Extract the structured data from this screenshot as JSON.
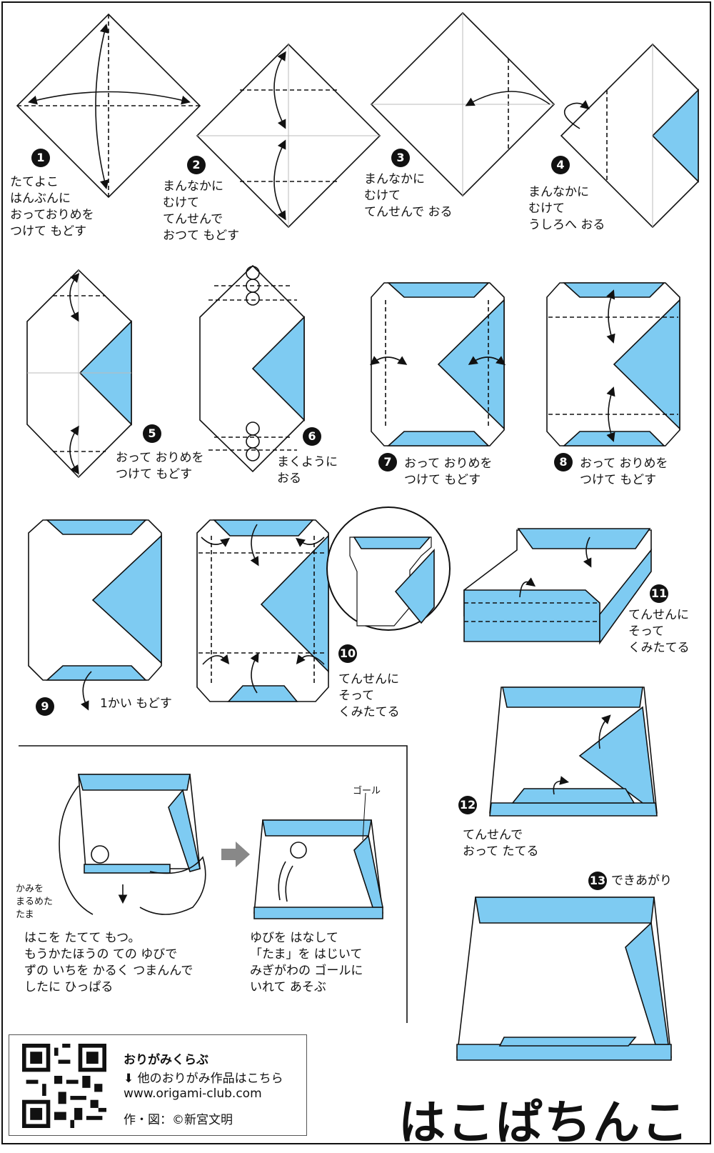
{
  "title": "はこぱちんこ",
  "steps": [
    {
      "number": "1",
      "text": "たてよこ\nはんぶんに\nおっておりめを\nつけて もどす"
    },
    {
      "number": "2",
      "text": "まんなかに\nむけて\nてんせんで\nおつて もどす"
    },
    {
      "number": "3",
      "text": "まんなかに\nむけて\nてんせんで おる"
    },
    {
      "number": "4",
      "text": "まんなかに\nむけて\nうしろへ おる"
    },
    {
      "number": "5",
      "text": "おって おりめを\nつけて もどす"
    },
    {
      "number": "6",
      "text": "まくように\nおる"
    },
    {
      "number": "7",
      "text": "おって おりめを\nつけて もどす"
    },
    {
      "number": "8",
      "text": "おって おりめを\nつけて もどす"
    },
    {
      "number": "9",
      "text": "1かい もどす"
    },
    {
      "number": "10",
      "text": "てんせんに\nそって\nくみたてる"
    },
    {
      "number": "11",
      "text": "てんせんに\nそって\nくみたてる"
    },
    {
      "number": "12",
      "text": "てんせんで\nおって たてる"
    },
    {
      "number": "13",
      "text": "できあがり"
    }
  ],
  "play": {
    "ball_label": "かみを\nまるめた\nたま",
    "goal_label": "ゴール",
    "hold_text": "はこを たてて もつ。\nもうかたほうの ての ゆびで\nずの いちを かるく つまんんで\nしたに ひっぱる",
    "release_text": "ゆびを はなして\n「たま」を はじいて\nみぎがわの ゴールに\nいれて あそぶ"
  },
  "footer": {
    "site_name": "おりがみくらぶ",
    "more_link": "他のおりがみ作品はこちら",
    "url": "www.origami-club.com",
    "credit": "作・図：©新宮文明"
  },
  "colors": {
    "paper_blue": "#7ecbf2",
    "line": "#111111",
    "crease": "#999999"
  }
}
